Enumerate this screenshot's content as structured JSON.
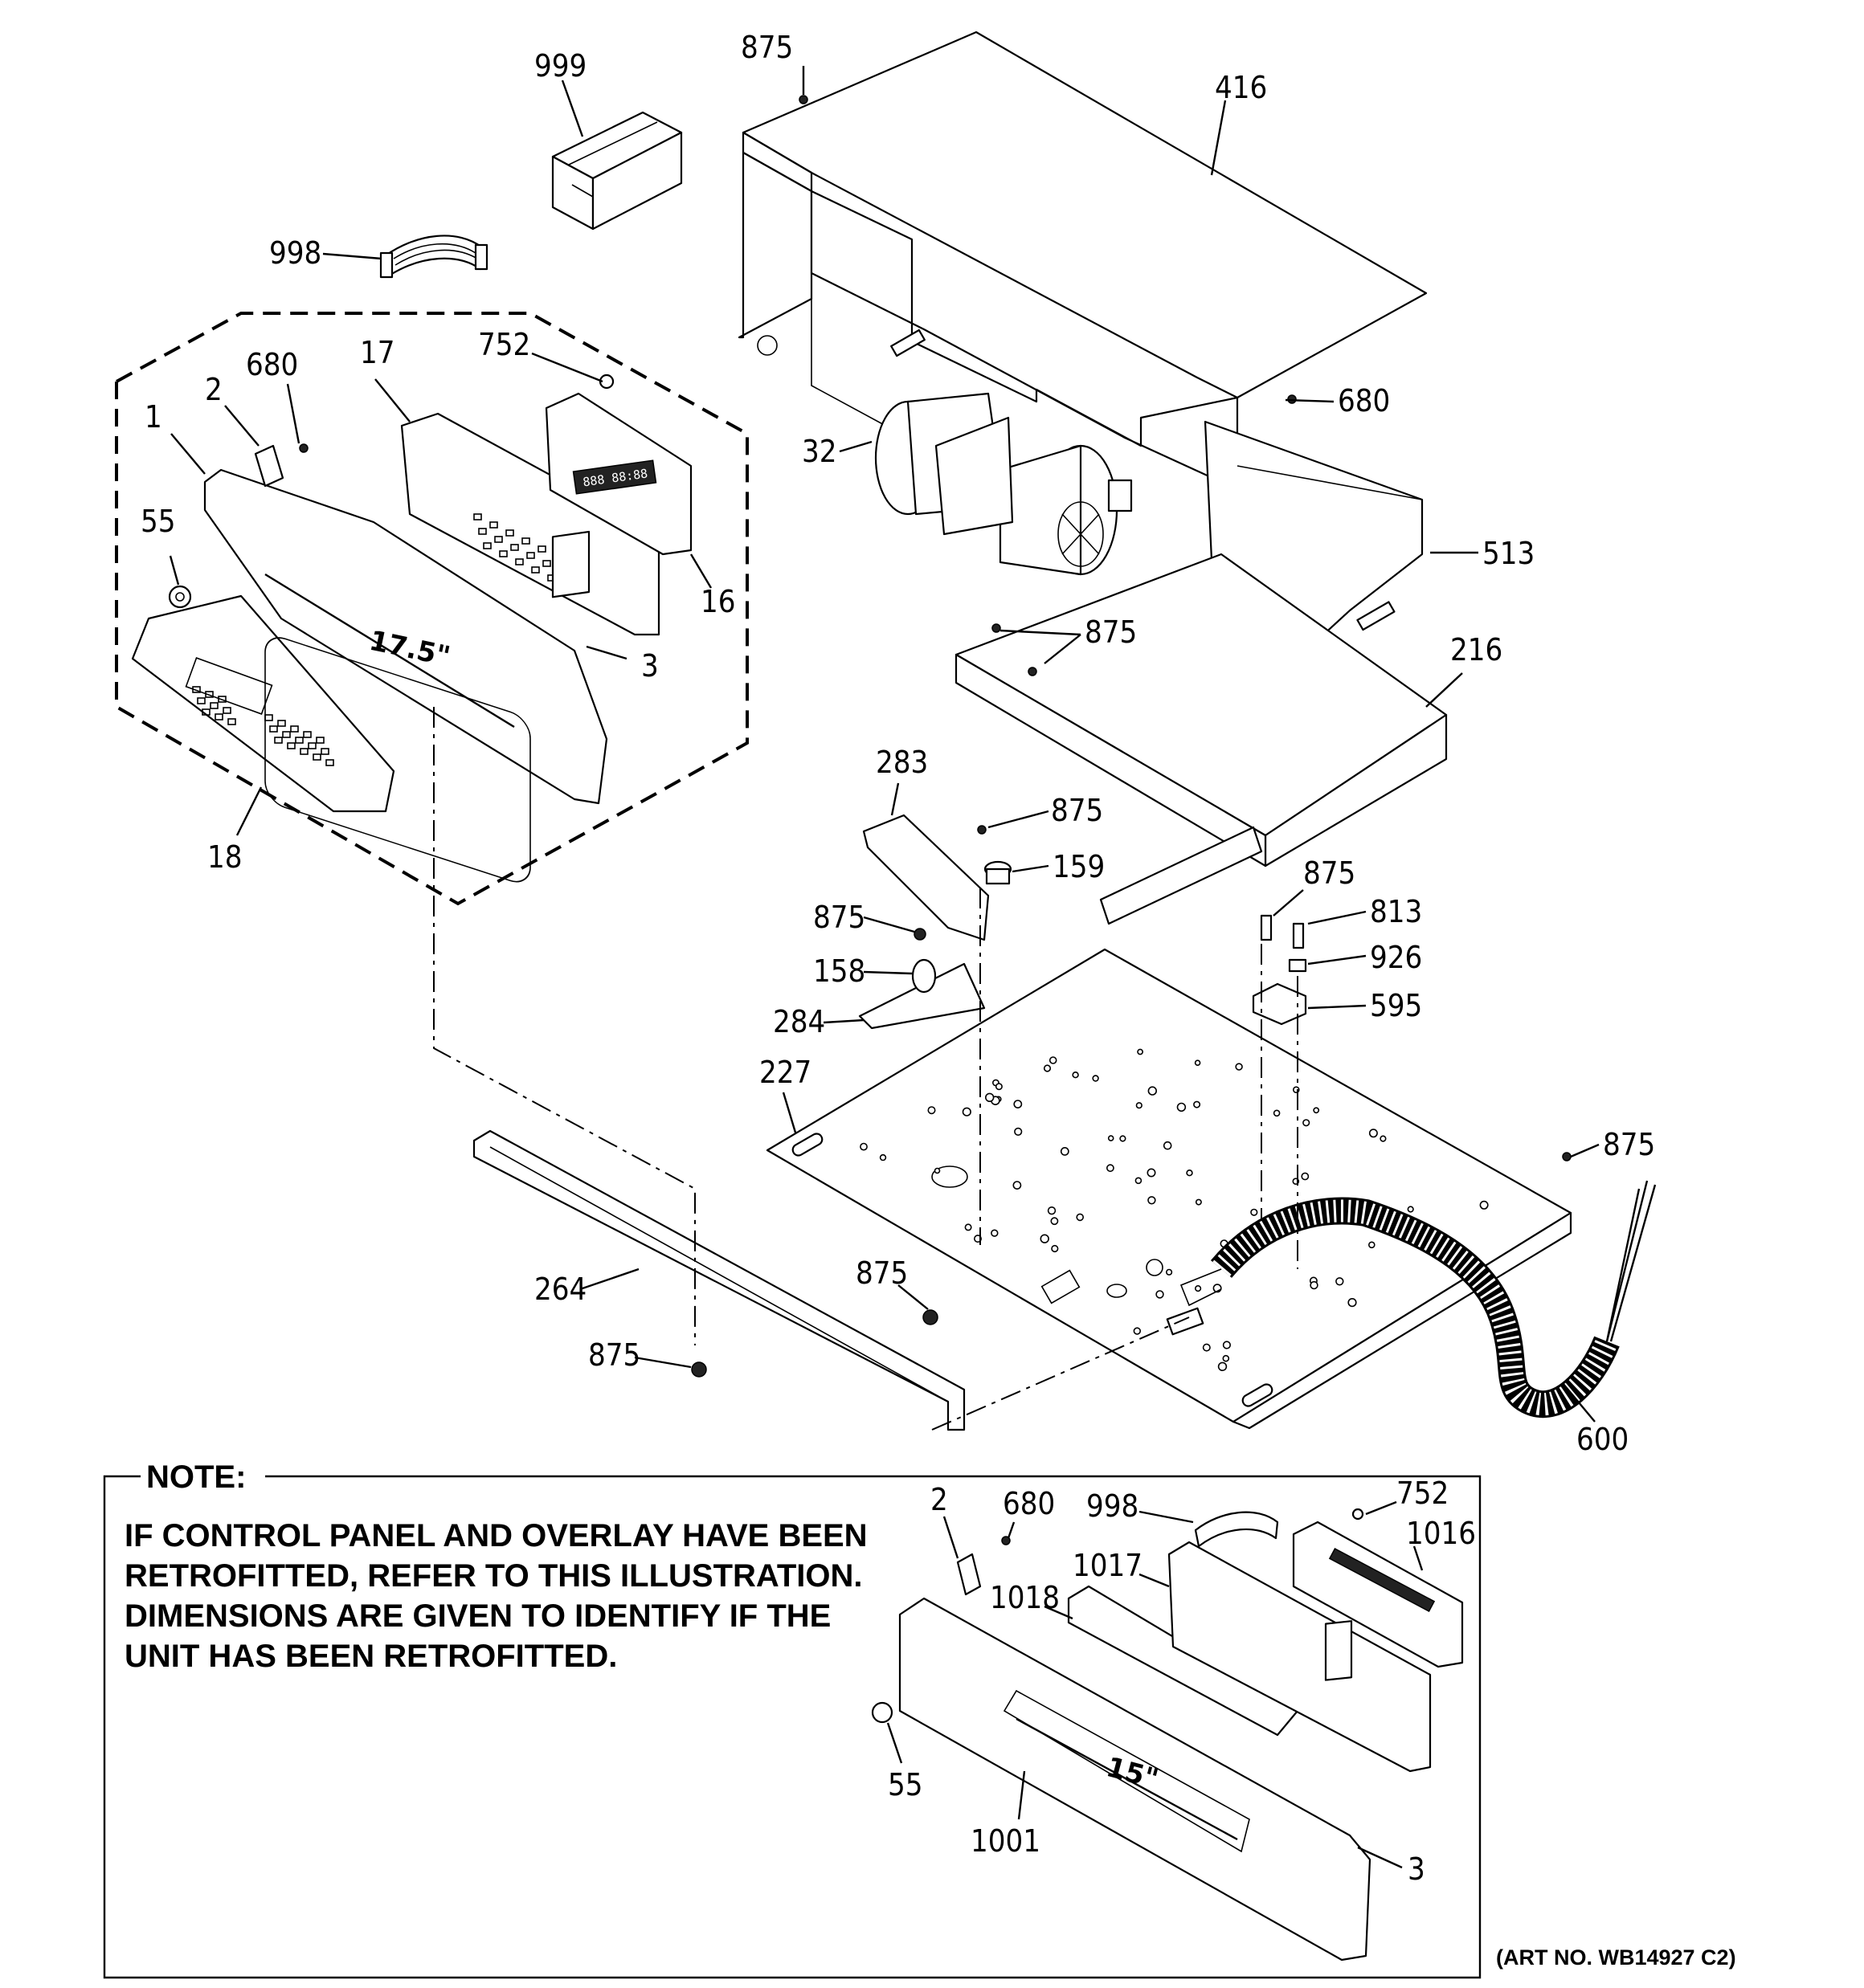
{
  "callouts": {
    "c999": "999",
    "c998": "998",
    "c875a": "875",
    "c416": "416",
    "c752": "752",
    "c17": "17",
    "c680a": "680",
    "c2": "2",
    "c1": "1",
    "c55": "55",
    "c16": "16",
    "c3": "3",
    "c18": "18",
    "c32": "32",
    "c680b": "680",
    "c513": "513",
    "c875b": "875",
    "c216": "216",
    "c283": "283",
    "c875c": "875",
    "c159": "159",
    "c875d": "875",
    "c158": "158",
    "c284": "284",
    "c227": "227",
    "c875e": "875",
    "c813": "813",
    "c926": "926",
    "c595": "595",
    "c875f": "875",
    "c264": "264",
    "c875g": "875",
    "c875h": "875",
    "c600": "600",
    "n2": "2",
    "n680": "680",
    "n998": "998",
    "n752": "752",
    "n1016": "1016",
    "n1017": "1017",
    "n1018": "1018",
    "n55": "55",
    "n1001": "1001",
    "n3": "3"
  },
  "dimensions": {
    "panel_width_a": "17.5\"",
    "panel_width_b": "15\""
  },
  "note": {
    "heading": "NOTE:",
    "line1": "IF CONTROL PANEL AND OVERLAY HAVE BEEN",
    "line2": "RETROFITTED, REFER TO THIS ILLUSTRATION.",
    "line3": "DIMENSIONS ARE GIVEN TO IDENTIFY IF THE",
    "line4": "UNIT HAS BEEN RETROFITTED."
  },
  "art_number": "(ART NO. WB14927 C2)",
  "display_text": "888 88:88"
}
